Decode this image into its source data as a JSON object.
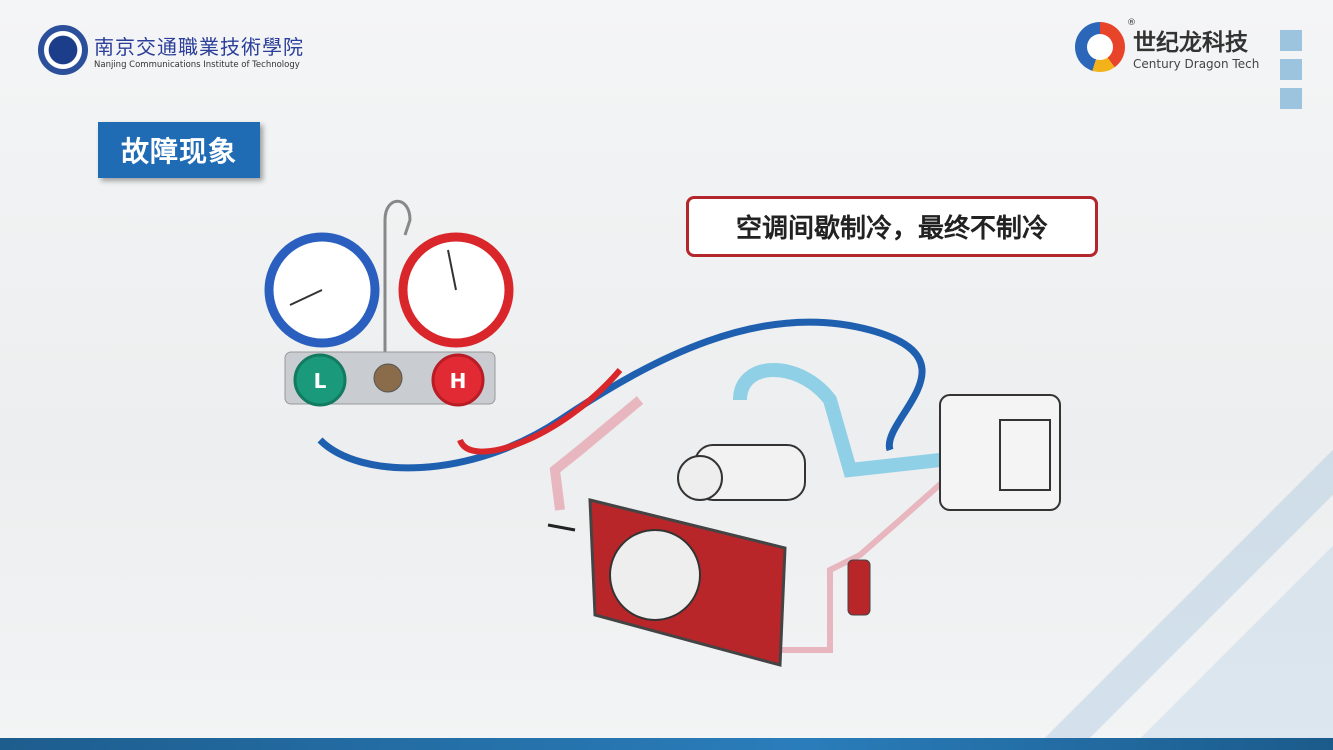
{
  "header": {
    "school_cn": "南京交通職業技術學院",
    "school_en": "Nanjing Communications Institute of Technology",
    "brand_cn": "世纪龙科技",
    "brand_en": "Century Dragon Tech",
    "brand_reg": "®"
  },
  "section_title": "故障现象",
  "callout": "空调间歇制冷，最终不制冷",
  "diagram": {
    "low_knob": "L",
    "high_knob": "H"
  },
  "colors": {
    "accent": "#1f6bb4",
    "callout_border": "#b3262b",
    "low": "#2a5fc0",
    "high": "#d8262a"
  }
}
